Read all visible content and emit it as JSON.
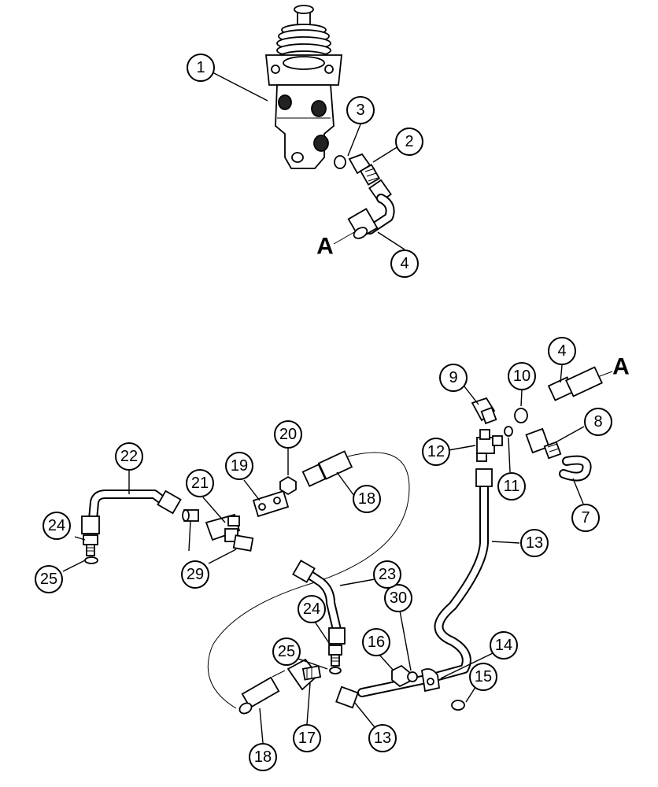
{
  "callouts": {
    "c1": "1",
    "c2": "2",
    "c3": "3",
    "c4a": "4",
    "c4b": "4",
    "c7": "7",
    "c8": "8",
    "c9": "9",
    "c10": "10",
    "c11": "11",
    "c12": "12",
    "c13a": "13",
    "c13b": "13",
    "c14": "14",
    "c15": "15",
    "c16": "16",
    "c17": "17",
    "c18a": "18",
    "c18b": "18",
    "c19": "19",
    "c20": "20",
    "c21": "21",
    "c22": "22",
    "c23": "23",
    "c24a": "24",
    "c24b": "24",
    "c25a": "25",
    "c25b": "25",
    "c29": "29",
    "c30": "30"
  },
  "markers": {
    "top": "A",
    "right": "A"
  }
}
